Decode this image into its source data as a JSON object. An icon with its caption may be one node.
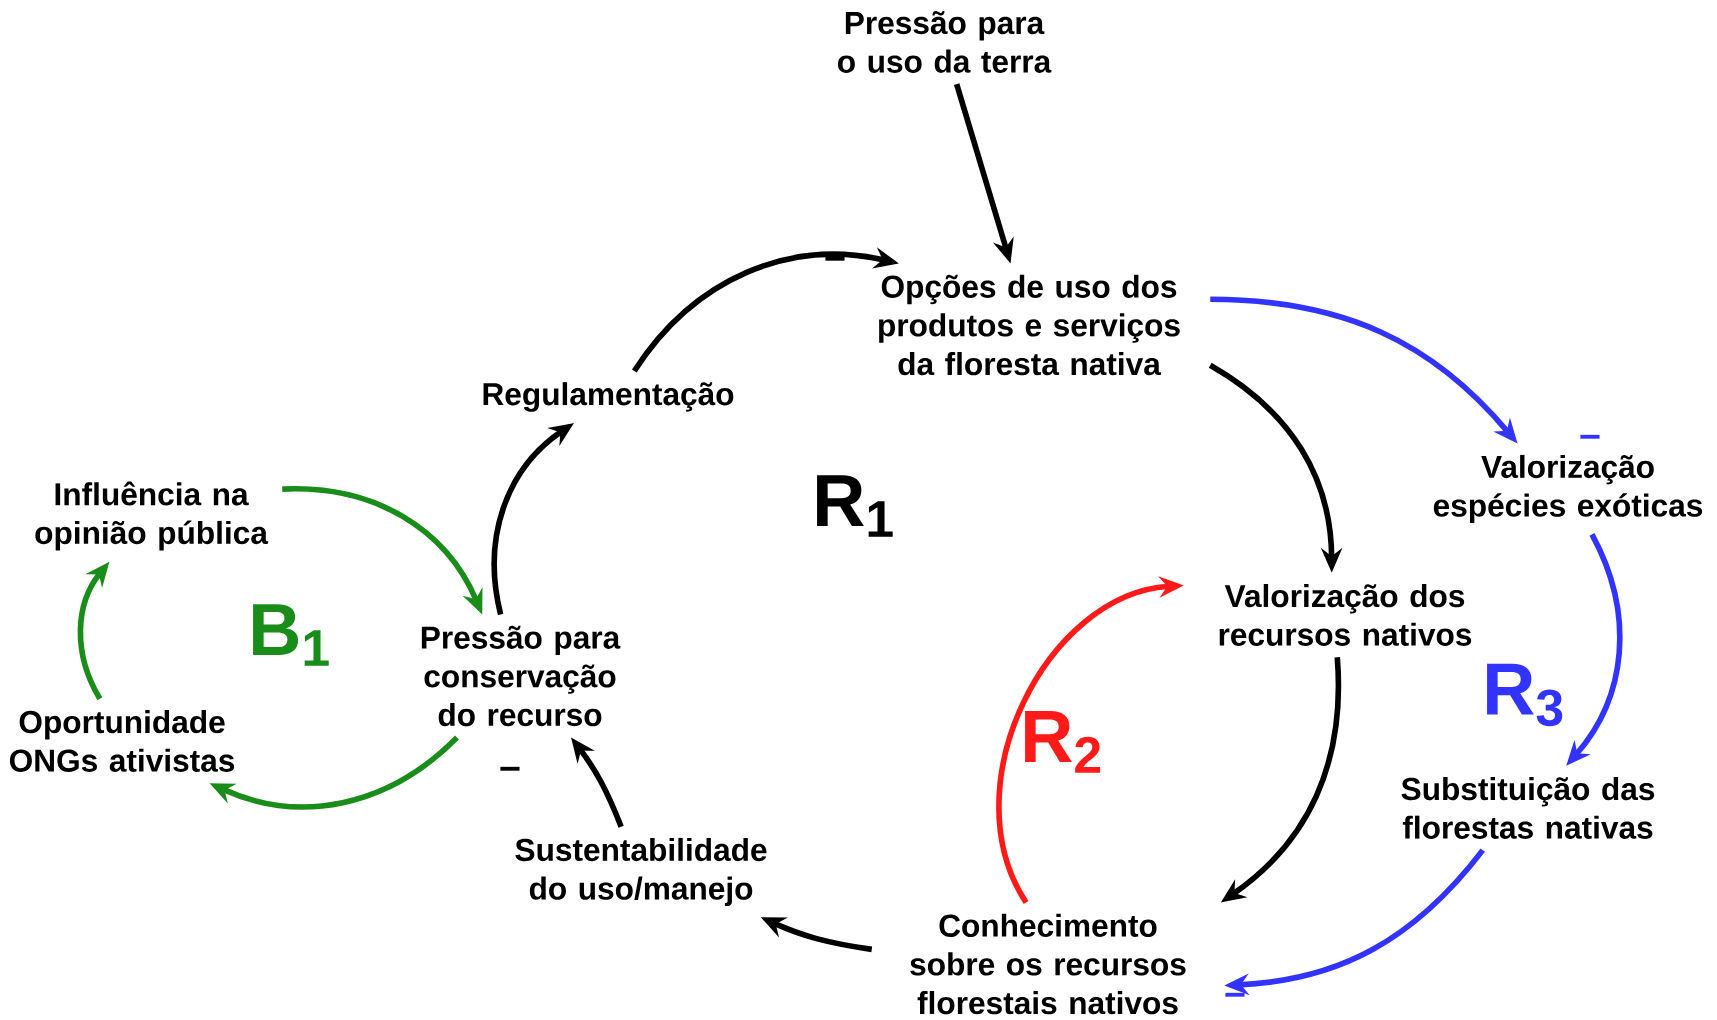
{
  "diagram": {
    "nodes": [
      {
        "text": [
          "Pressão para o uso da terra"
        ]
      },
      {
        "text": [
          "Opções de uso dos produtos e serviços da floresta nativa"
        ]
      },
      {
        "text": [
          "Regulamentação"
        ]
      },
      {
        "text": [
          "Influência na opinião pública"
        ]
      },
      {
        "text": [
          "Pressão para conservação do recurso"
        ]
      },
      {
        "text": [
          "Oportunidade ONGs ativistas"
        ]
      },
      {
        "text": [
          "Valorização espécies exóticas"
        ]
      },
      {
        "text": [
          "Valorização dos recursos nativos"
        ]
      },
      {
        "text": [
          "Substituição das florestas nativas"
        ]
      },
      {
        "text": [
          "Sustentabilidade do uso/manejo"
        ]
      },
      {
        "text": [
          "Conhecimento sobre os recursos florestais nativos"
        ]
      }
    ],
    "edges": [
      {
        "from": 0,
        "to": 1,
        "arrow": "to"
      },
      {
        "from": 1,
        "to": 6,
        "arrow": "to",
        "color": "#3333ff"
      },
      {
        "from": 1,
        "to": 7,
        "arrow": "to"
      },
      {
        "from": 6,
        "to": 8,
        "arrow": "to",
        "color": "#3333ff"
      },
      {
        "from": 8,
        "to": 10,
        "arrow": "to",
        "color": "#3333ff"
      },
      {
        "from": 7,
        "to": 10,
        "arrow": "to"
      },
      {
        "from": 10,
        "to": 7,
        "arrow": "to",
        "color": "#ff1a1a"
      },
      {
        "from": 10,
        "to": 9,
        "arrow": "to"
      },
      {
        "from": 9,
        "to": 4,
        "arrow": "to"
      },
      {
        "from": 4,
        "to": 2,
        "arrow": "to"
      },
      {
        "from": 2,
        "to": 1,
        "arrow": "to"
      },
      {
        "from": 3,
        "to": 4,
        "arrow": "to",
        "color": "#1a8c1a"
      },
      {
        "from": 4,
        "to": 5,
        "arrow": "to",
        "color": "#1a8c1a"
      },
      {
        "from": 5,
        "to": 3,
        "arrow": "to",
        "color": "#1a8c1a"
      }
    ],
    "labels": [
      "–",
      "–",
      "–",
      "–",
      "R$_{1}$",
      "B$_{1}$",
      "R$_{2}$",
      "R$_{3}$"
    ]
  }
}
